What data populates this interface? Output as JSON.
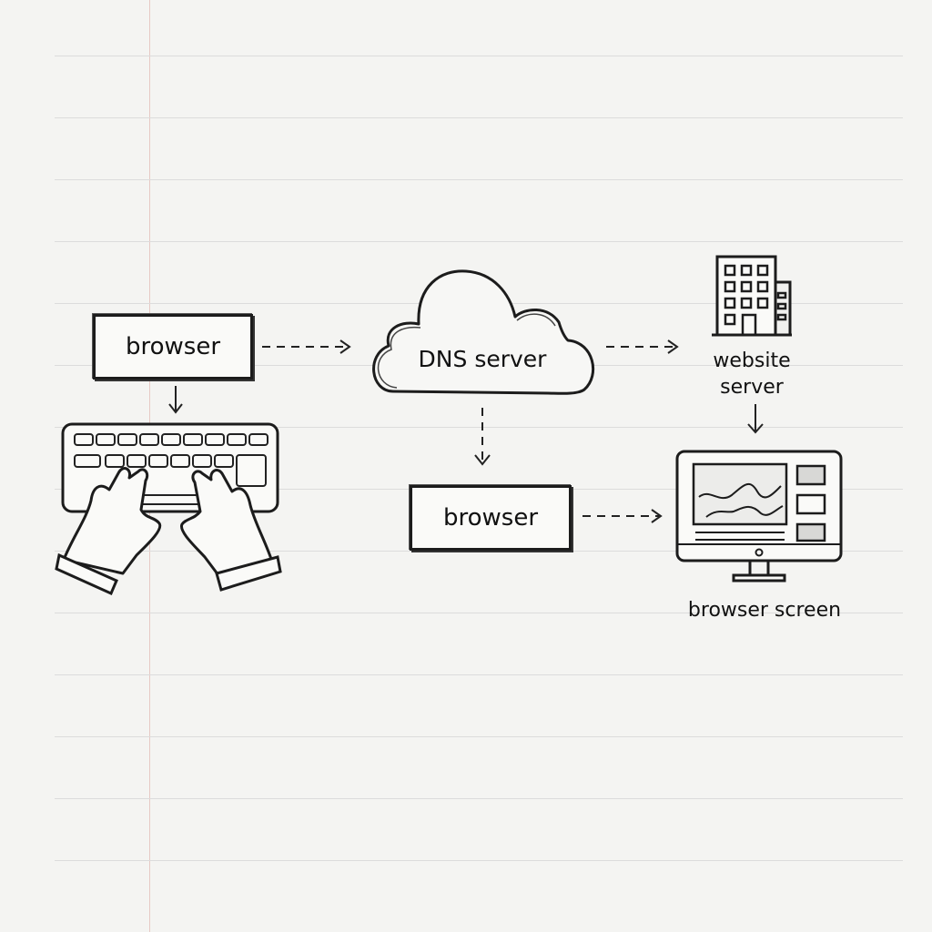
{
  "diagram": {
    "nodes": {
      "browser_start": {
        "label": "browser"
      },
      "dns": {
        "label": "DNS server"
      },
      "website_server": {
        "label_line1": "website",
        "label_line2": "server"
      },
      "browser_mid": {
        "label": "browser"
      },
      "browser_screen": {
        "label": "browser screen"
      },
      "keyboard": {
        "icon": "keyboard-hands-icon"
      }
    },
    "edges": [
      {
        "from": "browser_start",
        "to": "dns",
        "style": "dashed"
      },
      {
        "from": "browser_start",
        "to": "keyboard",
        "style": "solid"
      },
      {
        "from": "dns",
        "to": "website_server",
        "style": "dashed"
      },
      {
        "from": "dns",
        "to": "browser_mid",
        "style": "dashed"
      },
      {
        "from": "website_server",
        "to": "browser_screen",
        "style": "solid"
      },
      {
        "from": "browser_mid",
        "to": "browser_screen",
        "style": "dashed"
      }
    ],
    "colors": {
      "ink": "#1c1c1c",
      "paper": "#f4f4f2",
      "rule": "#dcdcdc",
      "margin": "#e6c9c4"
    }
  }
}
